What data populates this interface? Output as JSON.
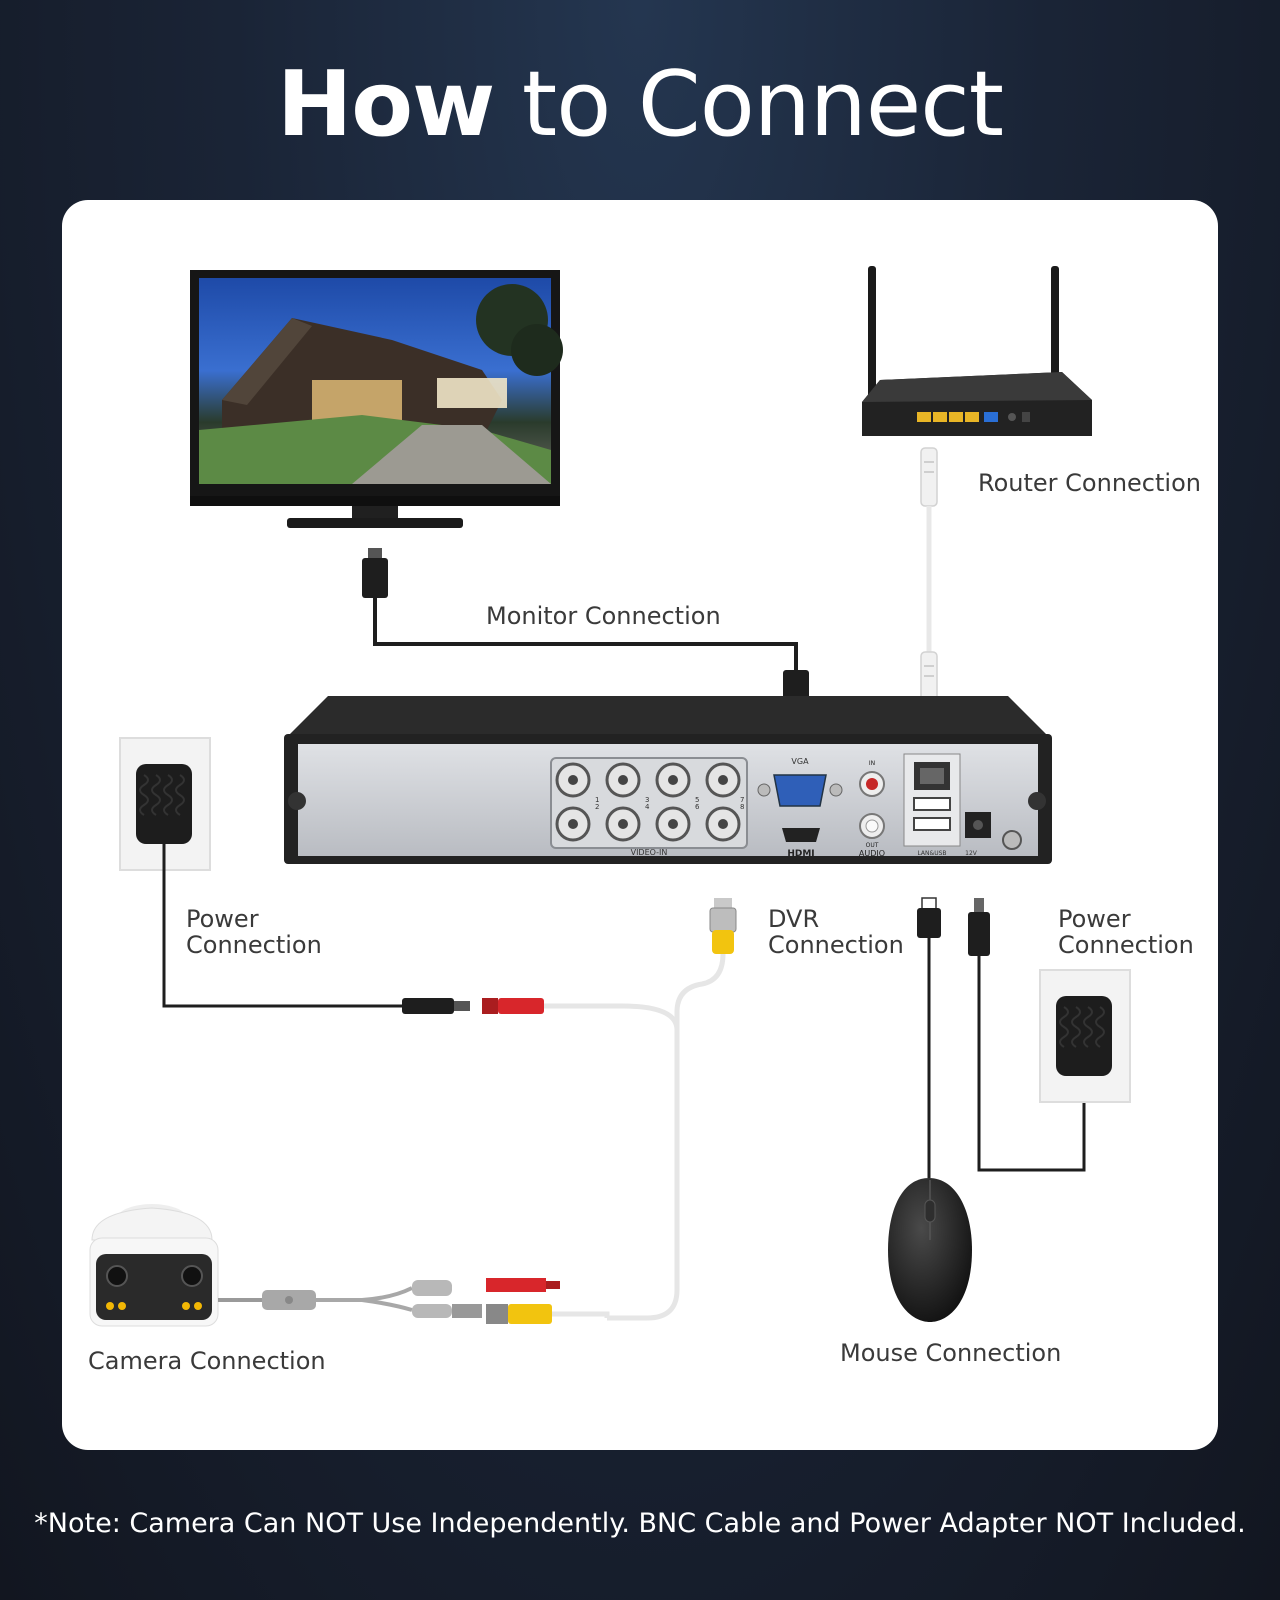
{
  "title": {
    "bold": "How",
    "rest": " to Connect"
  },
  "labels": {
    "router": "Router Connection",
    "monitor": "Monitor Connection",
    "power_left": "Power\nConnection",
    "dvr": "DVR\nConnection",
    "power_right": "Power\nConnection",
    "camera": "Camera Connection",
    "mouse": "Mouse Connection"
  },
  "dvr_panel": {
    "vga": "VGA",
    "hdmi": "HDMI",
    "video_in": "VIDEO-IN",
    "audio": "AUDIO",
    "audio_in": "IN",
    "audio_out": "OUT",
    "lan_usb": "LAN&USB",
    "power": "12V",
    "channels": [
      "1",
      "2",
      "3",
      "4",
      "5",
      "6",
      "7",
      "8"
    ]
  },
  "note": "*Note: Camera Can NOT Use Independently. BNC Cable and Power Adapter NOT Included.",
  "colors": {
    "background": "#1a2436",
    "panel": "#ffffff",
    "text": "#3a3a3a",
    "dvr_body": "#2b2b2b",
    "dvr_face": "#c9ccd1",
    "bnc_yellow": "#f2c40f",
    "power_red": "#d8262b",
    "router_port_yellow": "#e8b526",
    "router_port_blue": "#2a6fd6"
  }
}
